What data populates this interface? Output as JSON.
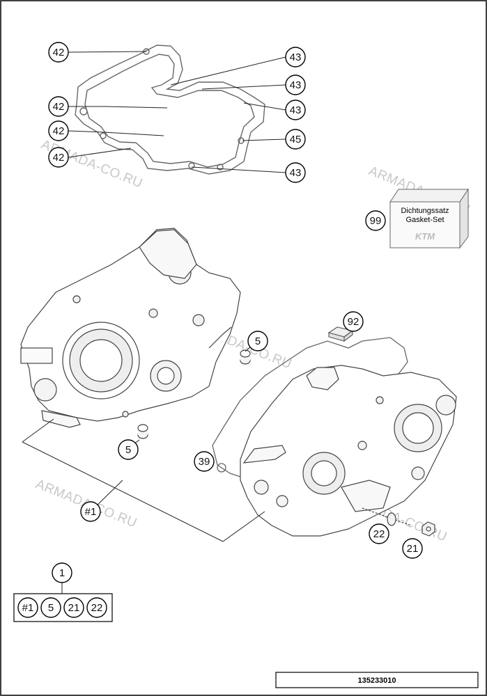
{
  "diagram": {
    "drawing_number": "135233010",
    "gasket_box": {
      "line1": "Dichtungssatz",
      "line2": "Gasket-Set",
      "logo": "KTM"
    },
    "watermark": "ARMADA-CO.RU",
    "callouts": {
      "c42a": "42",
      "c42b": "42",
      "c42c": "42",
      "c42d": "42",
      "c43a": "43",
      "c43b": "43",
      "c43c": "43",
      "c43d": "43",
      "c45": "45",
      "c99": "99",
      "c92": "92",
      "c5a": "5",
      "c5b": "5",
      "c39": "39",
      "c1set": "#1",
      "c22": "22",
      "c21": "21",
      "c1": "1"
    },
    "kit_items": [
      "#1",
      "5",
      "21",
      "22"
    ]
  }
}
